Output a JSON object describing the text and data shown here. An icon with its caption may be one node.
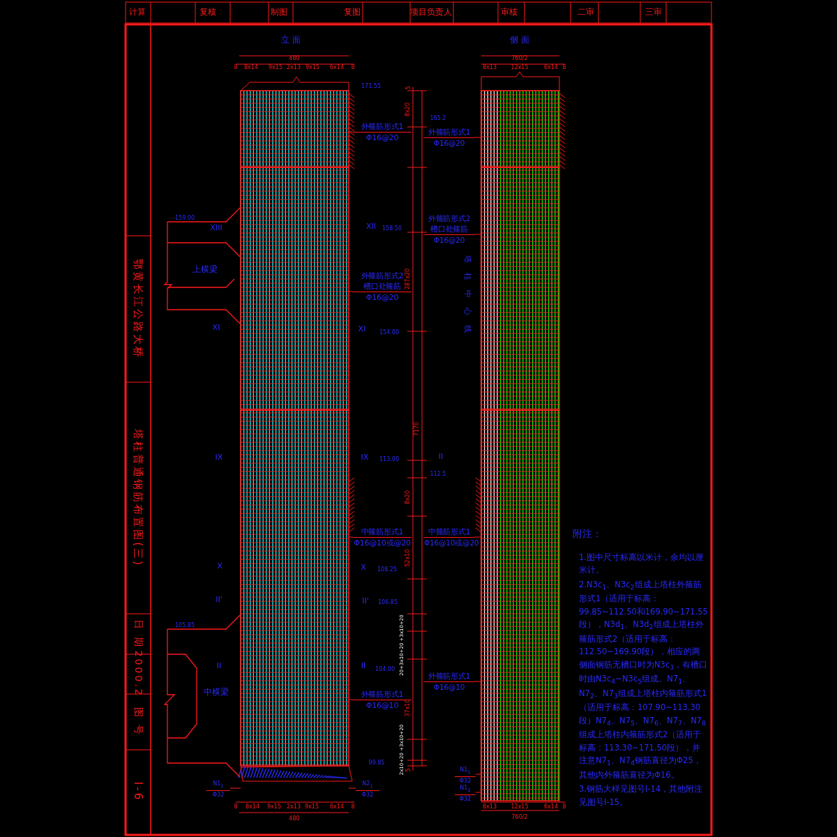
{
  "diagram": {
    "title": "塔柱普通钢筋布置图(三)",
    "nodes": [
      {
        "text": [
          "上横梁"
        ]
      },
      {
        "text": [
          "中横梁"
        ]
      },
      {
        "text": [
          "N1$_{1}$",
          "Φ32"
        ]
      },
      {
        "text": [
          "N2$_{1}$",
          "Φ32"
        ]
      },
      {
        "text": [],
        "shape": "picture"
      },
      {
        "text": [],
        "shape": "picture"
      },
      {
        "text": [
          "外箍筋形式1",
          "Φ16@20"
        ]
      },
      {
        "text": [
          "外箍筋形式2",
          "槽口处箍筋",
          "Φ16@20"
        ]
      },
      {
        "text": [
          "中箍筋形式1",
          "Φ16@10或@20"
        ]
      },
      {
        "text": [
          "外箍筋形式1",
          "Φ16@10"
        ]
      },
      {
        "text": [
          "外箍筋形式1",
          "Φ16@20"
        ]
      },
      {
        "text": [
          "外箍筋形式2",
          "槽口处箍筋",
          "Φ16@20"
        ]
      },
      {
        "text": [
          "中箍筋形式1",
          "Φ16@10或@20"
        ]
      },
      {
        "text": [
          "外箍筋形式1",
          "Φ16@10"
        ]
      },
      {
        "text": [
          "N1$_{1}$",
          "Φ32"
        ]
      },
      {
        "text": [
          "N1$_{2}$",
          "Φ32"
        ]
      }
    ],
    "edges": [
      {
        "from": 2,
        "to": 4,
        "arrow": "none"
      },
      {
        "from": 3,
        "to": 4,
        "arrow": "none"
      },
      {
        "from": 6,
        "to": 4,
        "arrow": "none"
      },
      {
        "from": 7,
        "to": 4,
        "arrow": "none"
      },
      {
        "from": 8,
        "to": 4,
        "arrow": "none"
      },
      {
        "from": 9,
        "to": 4,
        "arrow": "none"
      },
      {
        "from": 10,
        "to": 5,
        "arrow": "none"
      },
      {
        "from": 11,
        "to": 5,
        "arrow": "none"
      },
      {
        "from": 12,
        "to": 5,
        "arrow": "none"
      },
      {
        "from": 13,
        "to": 5,
        "arrow": "none"
      },
      {
        "from": 14,
        "to": 5,
        "arrow": "none"
      },
      {
        "from": 15,
        "to": 5,
        "arrow": "none"
      }
    ],
    "labels": [
      "计算",
      "复核",
      "制图",
      "复图",
      "项目负责人",
      "审核",
      "二审",
      "三审",
      "鄂黄长江公路大桥",
      "日 期",
      "2000.2",
      "图 号",
      "Ⅰ-6",
      "立 面",
      "480",
      "8",
      "8x14",
      "9x15",
      "2x13",
      "9x15",
      "6x14",
      "8",
      "171.55",
      "5",
      "8x20",
      "159.00",
      "XIII",
      "XII",
      "158.50",
      "287x20",
      "XI",
      "XI",
      "154.00",
      "7170",
      "IX",
      "IX",
      "113.00",
      "8x20",
      "52x10",
      "X",
      "X",
      "108.25",
      "II'",
      "II'",
      "106.85",
      "105.85",
      "20+3x10+20 +3x10+20",
      "II",
      "II",
      "104.00",
      "37x10",
      "2x10+20 +3x10+20",
      "99.85",
      "5",
      "8",
      "8x14",
      "9x15",
      "2x13",
      "9x15",
      "6x14",
      "8",
      "480",
      "侧 面",
      "760/2",
      "8x13",
      "12x15",
      "6x14",
      "8",
      "165.2",
      "塔柱中心线",
      "II",
      "112.5",
      "8x13",
      "12x15",
      "6x14",
      "8",
      "760/2",
      "附注：",
      "1.图中尺寸标高以米计，余均以厘米计。",
      "2.N3c$_{1}$、N3c$_{2}$组成上塔柱外箍筋形式1（适用于标高：99.85~112.50和169.90~171.55段），N3d$_{1}$、N3d$_{2}$组成上塔柱外箍筋形式2（适用于标高：112.50~169.90段），相应的两侧面钢筋无槽口时为N3c$_{3}$，有槽口时由N3c$_{4}$~N3c$_{5}$组成。N7$_{1}$、N7$_{2}$、N7$_{3}$组成上塔柱内箍筋形式1（适用于标高：107.90~113.30段）N7$_{4}$、N7$_{5}$、N7$_{6}$、N7$_{7}$、N7$_{8}$组成上塔柱内箍筋形式2（适用于标高：113.30~171.50段），并注意N7$_{1}$、N7$_{4}$钢筋直径为Φ25，其他内外箍筋直径为Φ16。",
      "3.钢筋大样见图号Ⅰ-14，其他附注见图号Ⅰ-15。"
    ]
  }
}
